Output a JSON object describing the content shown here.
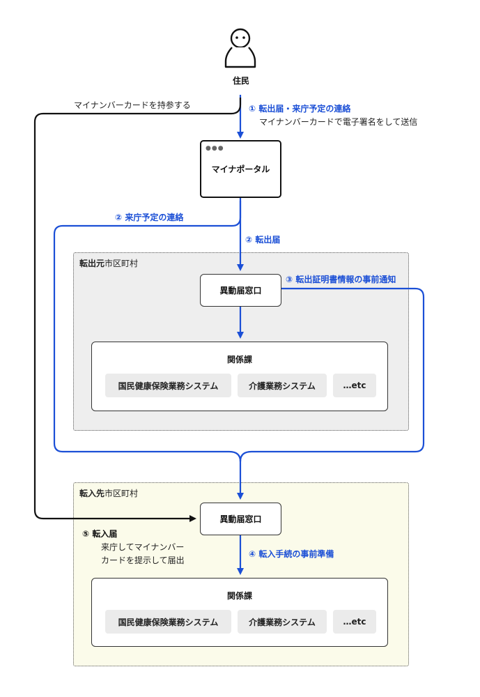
{
  "resident": {
    "label": "住民"
  },
  "portal": {
    "label": "マイナポータル"
  },
  "labels": {
    "bring_card": "マイナンバーカードを持参する",
    "step1_title": "① 転出届・来庁予定の連絡",
    "step1_sub": "マイナンバーカードで電子署名をして送信",
    "step2_contact": "② 来庁予定の連絡",
    "step2_transfer_out": "② 転出届",
    "step3": "③ 転出証明書情報の事前通知",
    "step4": "④ 転入手続の事前準備",
    "step5_title": "⑤ 転入届",
    "step5_sub1": "来庁してマイナンバー",
    "step5_sub2": "カードを提示して届出"
  },
  "from_region": {
    "label_bold": "転出元",
    "label_rest": "市区町村",
    "window": "異動届窓口",
    "section_title": "関係課",
    "systems": [
      "国民健康保険業務システム",
      "介護業務システム",
      "…etc"
    ]
  },
  "to_region": {
    "label_bold": "転入先",
    "label_rest": "市区町村",
    "window": "異動届窓口",
    "section_title": "関係課",
    "systems": [
      "国民健康保険業務システム",
      "介護業務システム",
      "…etc"
    ]
  },
  "colors": {
    "flow_blue": "#1b4fd6",
    "flow_black": "#111111",
    "from_bg": "#eeeeee",
    "to_bg": "#fbfbea"
  }
}
